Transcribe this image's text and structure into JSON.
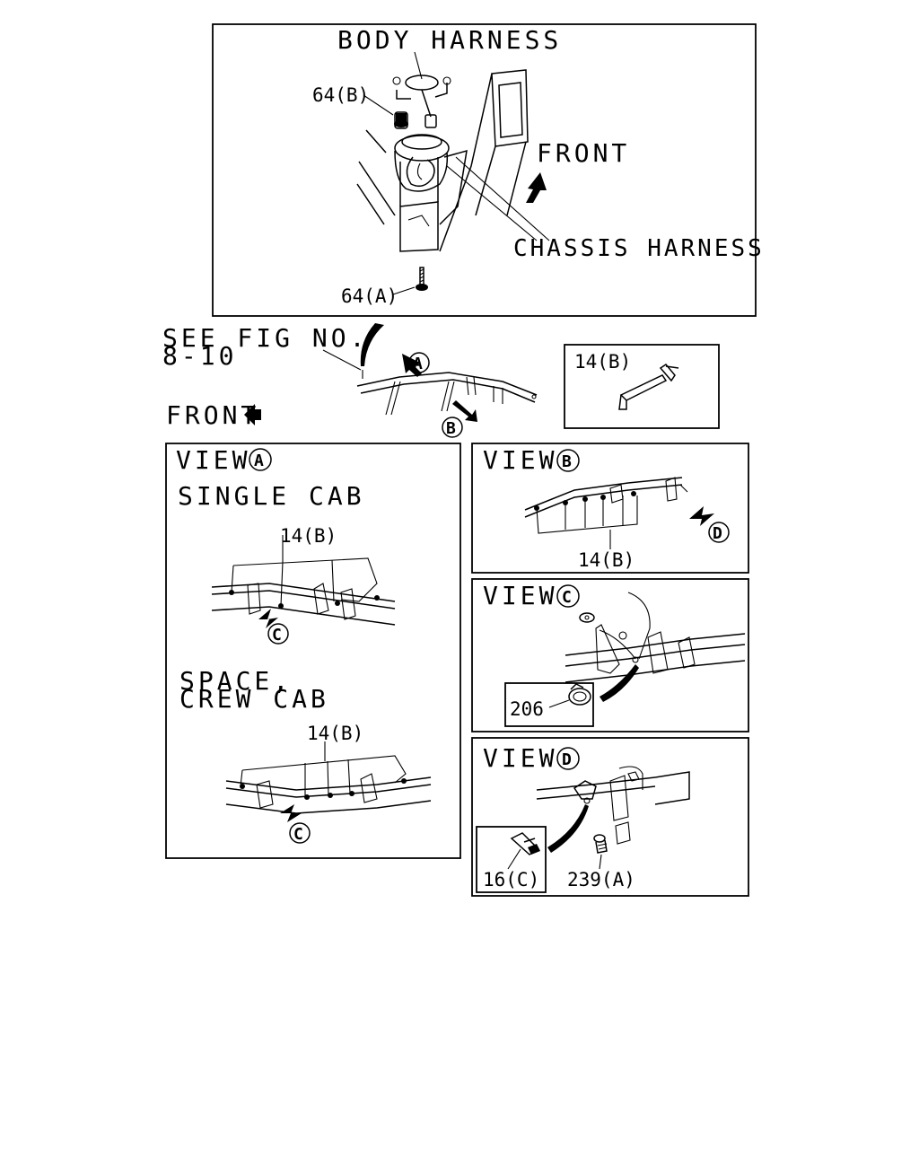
{
  "top_panel": {
    "body_harness": "BODY HARNESS",
    "chassis_harness": "CHASSIS HARNESS",
    "front": "FRONT",
    "part_64b": "64(B)",
    "part_64a": "64(A)"
  },
  "overview": {
    "see_fig_line1": "SEE FIG NO.",
    "see_fig_line2": "8-10",
    "front": "FRONT",
    "marker_a": "A",
    "marker_b": "B"
  },
  "part_box_14b": {
    "label": "14(B)"
  },
  "view_a": {
    "title_view": "VIEW",
    "title_marker": "A",
    "single_cab": "SINGLE CAB",
    "single_part": "14(B)",
    "single_marker": "C",
    "space_line1": "SPACE,",
    "space_line2": "CREW CAB",
    "crew_part": "14(B)",
    "crew_marker": "C"
  },
  "view_b": {
    "title_view": "VIEW",
    "title_marker": "B",
    "part": "14(B)",
    "marker_d": "D"
  },
  "view_c": {
    "title_view": "VIEW",
    "title_marker": "C",
    "part": "206"
  },
  "view_d": {
    "title_view": "VIEW",
    "title_marker": "D",
    "part_16c": "16(C)",
    "part_239a": "239(A)"
  }
}
